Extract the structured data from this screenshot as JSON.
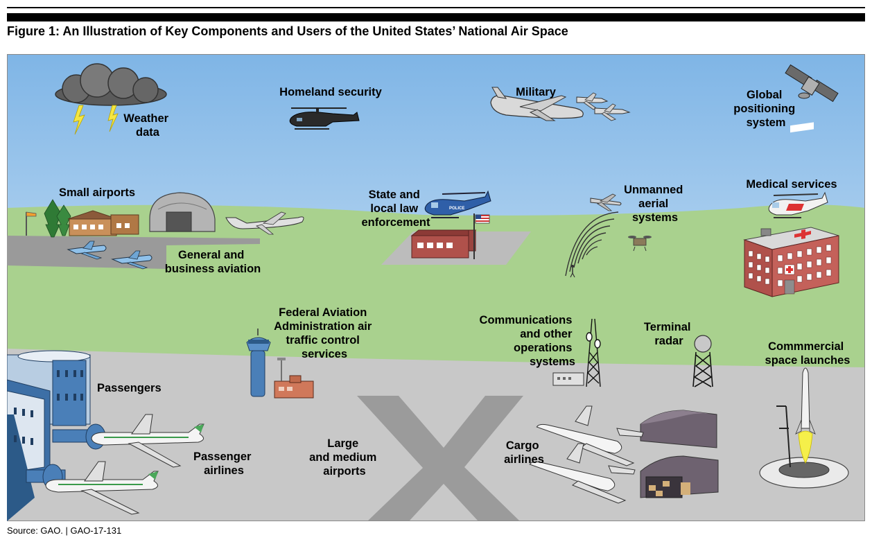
{
  "figure": {
    "title": "Figure 1: An Illustration of Key Components and Users of the United States’ National Air Space",
    "source": "Source: GAO.  |  GAO-17-131"
  },
  "labels": {
    "weather": [
      "Weather",
      "data"
    ],
    "homeland": [
      "Homeland security"
    ],
    "military": [
      "Military"
    ],
    "gps": [
      "Global",
      "positioning",
      "system"
    ],
    "small_airports": [
      "Small airports"
    ],
    "general_aviation": [
      "General and",
      "business aviation"
    ],
    "state_local": [
      "State and",
      "local law",
      "enforcement"
    ],
    "unmanned": [
      "Unmanned",
      "aerial",
      "systems"
    ],
    "medical": [
      "Medical services"
    ],
    "faa": [
      "Federal Aviation",
      "Administration air",
      "traffic control",
      "services"
    ],
    "communications": [
      "Communications",
      "and other",
      "operations",
      "systems"
    ],
    "terminal_radar": [
      "Terminal",
      "radar"
    ],
    "space": [
      "Commmercial",
      "space launches"
    ],
    "passengers": [
      "Passengers"
    ],
    "passenger_airlines": [
      "Passenger",
      "airlines"
    ],
    "large_airports": [
      "Large",
      "and medium",
      "airports"
    ],
    "cargo": [
      "Cargo",
      "airlines"
    ]
  },
  "helicopter_text": "POLICE",
  "colors": {
    "sky_top": "#7fb5e6",
    "sky_bottom": "#eaf4fb",
    "grass": "#a9d18e",
    "tarmac": "#c8c8c8",
    "runway": "#9b9b9b",
    "brick": "#b0514b",
    "tower_blue": "#4a7fb8"
  }
}
